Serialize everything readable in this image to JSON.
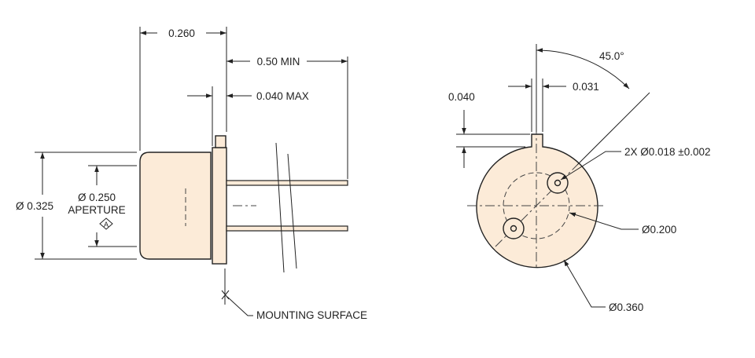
{
  "colors": {
    "body_fill": "#fcebd8",
    "line": "#222222"
  },
  "side_view": {
    "dim_overall_length": "0.260",
    "dim_lead_length": "0.50 MIN",
    "dim_flange_thickness": "0.040  MAX",
    "dim_diameter": "Ø 0.325",
    "dim_aperture_value": "Ø 0.250",
    "dim_aperture_label": "APERTURE",
    "datum": "A",
    "mounting_surface": "MOUNTING SURFACE"
  },
  "end_view": {
    "dim_angle": "45.0°",
    "dim_tab_width": "0.031",
    "dim_tab_height": "0.040",
    "dim_pin_diameter": "2X Ø0.018 ±0.002",
    "dim_pin_circle": "Ø0.200",
    "dim_flange_diameter": "Ø0.360"
  }
}
